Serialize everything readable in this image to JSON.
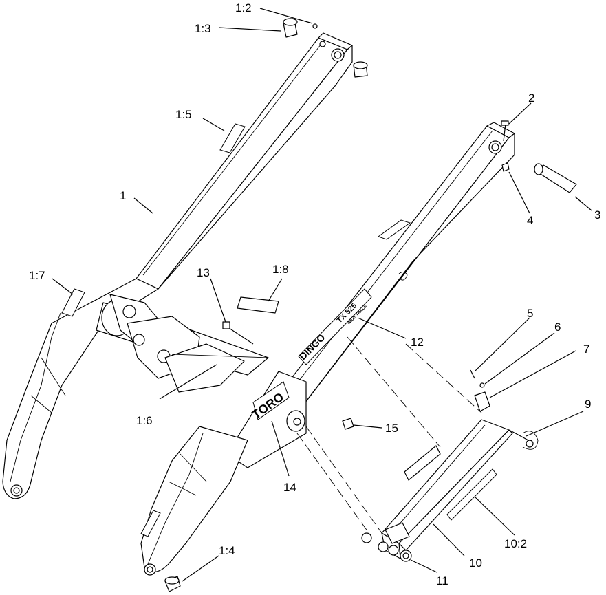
{
  "decals": {
    "toro": "TORO",
    "dingo": "DINGO",
    "model": "TX 525",
    "model_sub": "WIDE TRACK"
  },
  "callouts": {
    "c1_2": "1:2",
    "c1_3": "1:3",
    "c1_5": "1:5",
    "c1": "1",
    "c1_7": "1:7",
    "c13": "13",
    "c1_8": "1:8",
    "c1_6": "1:6",
    "c1_4": "1:4",
    "c2": "2",
    "c3": "3",
    "c4": "4",
    "c5": "5",
    "c6": "6",
    "c7": "7",
    "c9": "9",
    "c12": "12",
    "c14": "14",
    "c15": "15",
    "c10": "10",
    "c10_2": "10:2",
    "c11": "11"
  }
}
